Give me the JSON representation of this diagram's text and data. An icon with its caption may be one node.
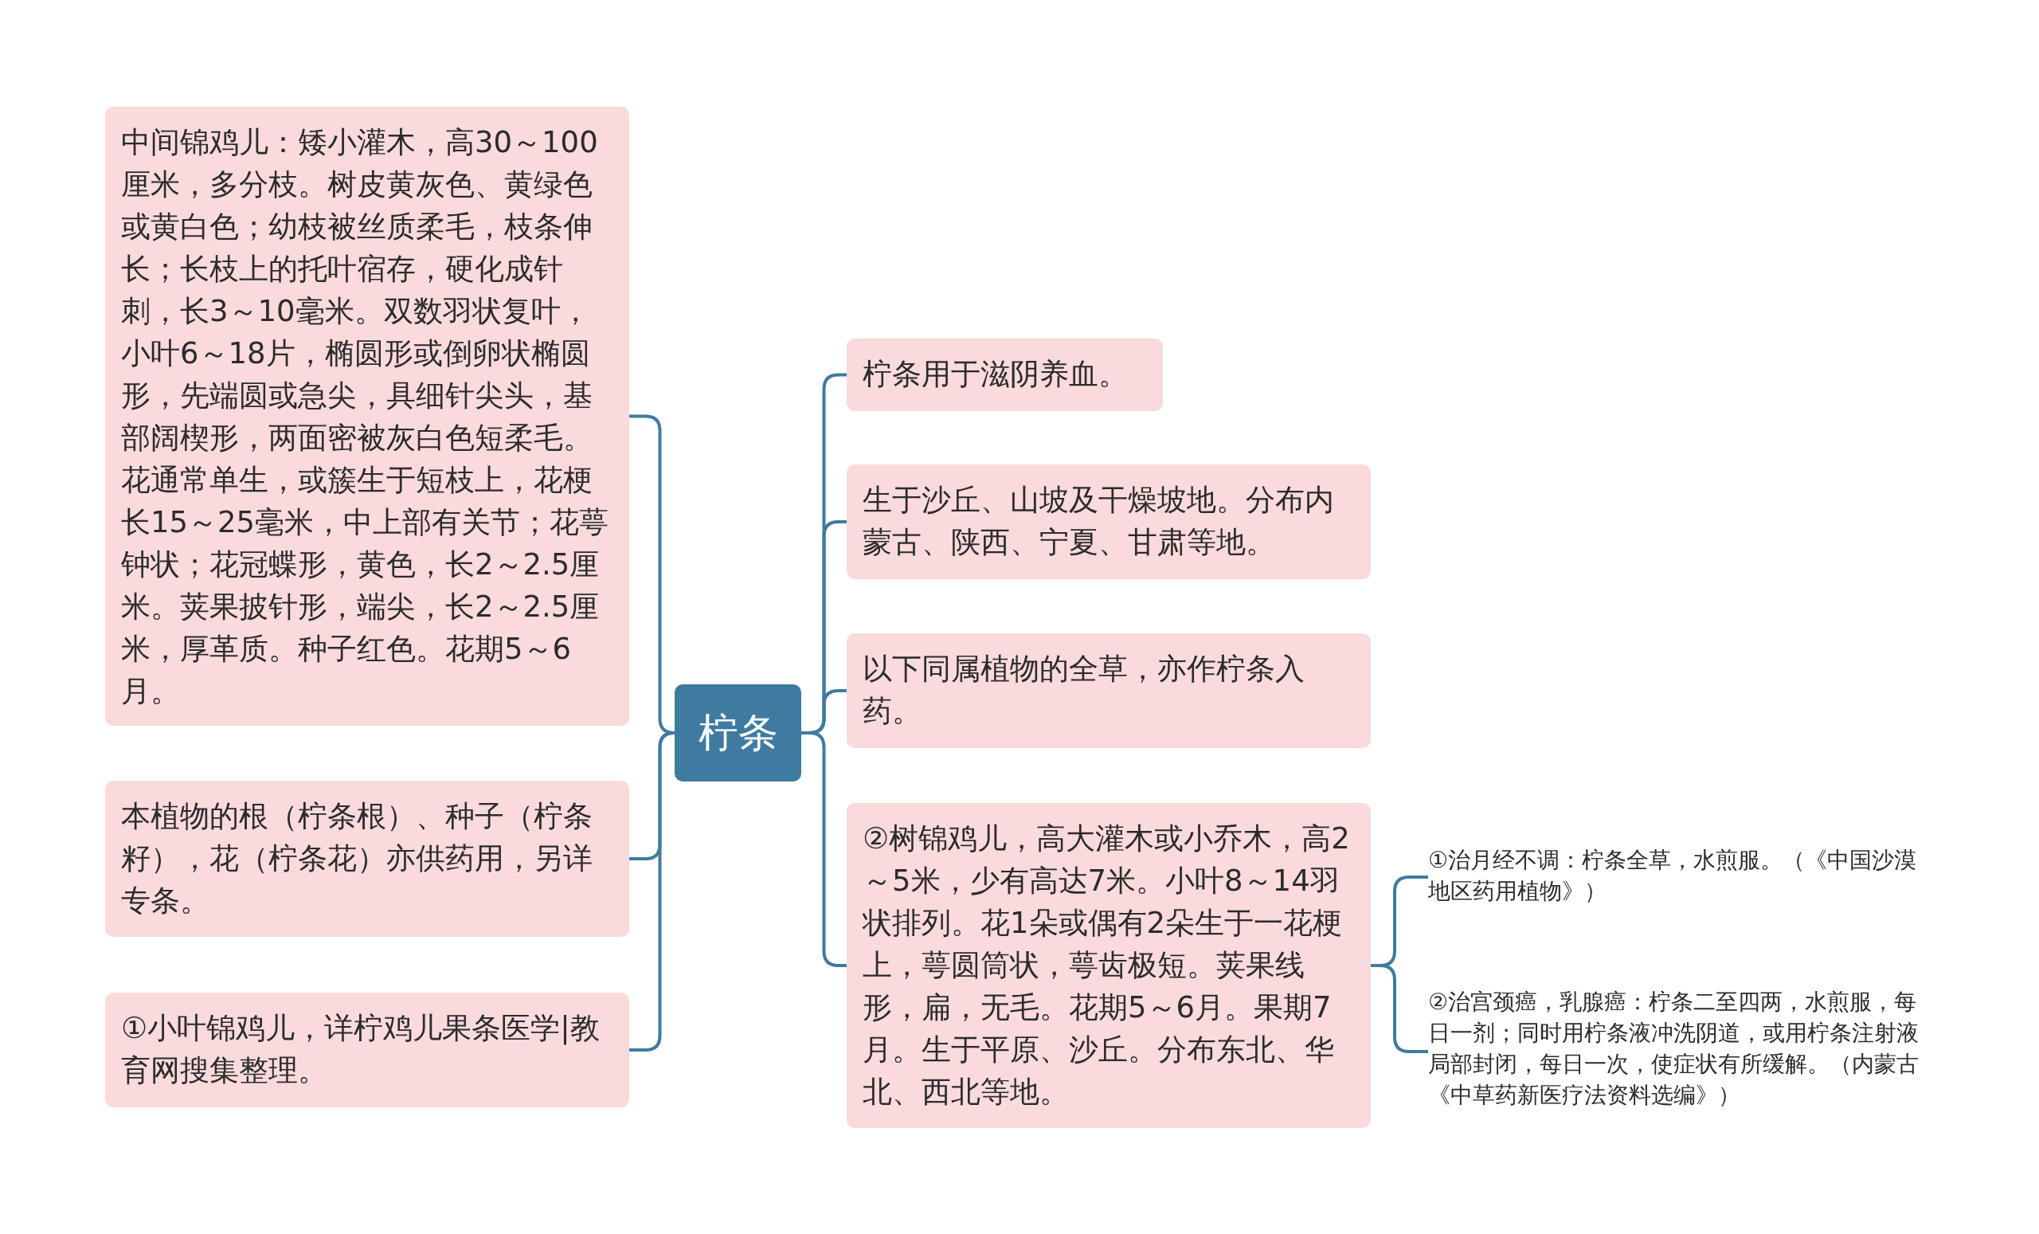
{
  "diagram": {
    "nodes": [
      {
        "text": [
          "柠条"
        ]
      },
      {
        "text": [
          "中间锦鸡儿：矮小灌木，高30～100厘米，多分枝。树皮黄灰色、黄绿色或黄白色；幼枝被丝质柔毛，枝条伸长；长枝上的托叶宿存，硬化成针刺，长3～10毫米。双数羽状复叶，小叶6～18片，椭圆形或倒卵状椭圆形，先端圆或急尖，具细针尖头，基部阔楔形，两面密被灰白色短柔毛。花通常单生，或簇生于短枝上，花梗长15～25毫米，中上部有关节；花萼钟状；花冠蝶形，黄色，长2～2.5厘米。荚果披针形，端尖，长2～2.5厘米，厚革质。种子红色。花期5～6月。"
        ]
      },
      {
        "text": [
          "本植物的根（柠条根）、种子（柠条籽），花（柠条花）亦供药用，另详专条。"
        ]
      },
      {
        "text": [
          "①小叶锦鸡儿，详柠鸡儿果条医学|教育网搜集整理。"
        ]
      },
      {
        "text": [
          "柠条用于滋阴养血。"
        ]
      },
      {
        "text": [
          "生于沙丘、山坡及干燥坡地。分布内蒙古、陕西、宁夏、甘肃等地。"
        ]
      },
      {
        "text": [
          "以下同属植物的全草，亦作柠条入药。"
        ]
      },
      {
        "text": [
          "②树锦鸡儿，高大灌木或小乔木，高2～5米，少有高达7米。小叶8～14羽状排列。花1朵或偶有2朵生于一花梗上，萼圆筒状，萼齿极短。荚果线形，扁，无毛。花期5～6月。果期7月。生于平原、沙丘。分布东北、华北、西北等地。"
        ]
      },
      {
        "text": [
          "①治月经不调：柠条全草，水煎服。（《中国沙漠地区药用植物》）"
        ]
      },
      {
        "text": [
          "②治宫颈癌，乳腺癌：柠条二至四两，水煎服，每日一剂；同时用柠条液冲洗阴道，或用柠条注射液局部封闭，每日一次，使症状有所缓解。（内蒙古《中草药新医疗法资料选编》）"
        ]
      }
    ],
    "edges": [
      {
        "from": 0,
        "to": 1,
        "arrow": "none"
      },
      {
        "from": 0,
        "to": 2,
        "arrow": "none"
      },
      {
        "from": 0,
        "to": 3,
        "arrow": "none"
      },
      {
        "from": 0,
        "to": 4,
        "arrow": "none"
      },
      {
        "from": 0,
        "to": 5,
        "arrow": "none"
      },
      {
        "from": 0,
        "to": 6,
        "arrow": "none"
      },
      {
        "from": 0,
        "to": 7,
        "arrow": "none"
      },
      {
        "from": 7,
        "to": 8,
        "arrow": "none"
      },
      {
        "from": 7,
        "to": 9,
        "arrow": "none"
      }
    ]
  }
}
